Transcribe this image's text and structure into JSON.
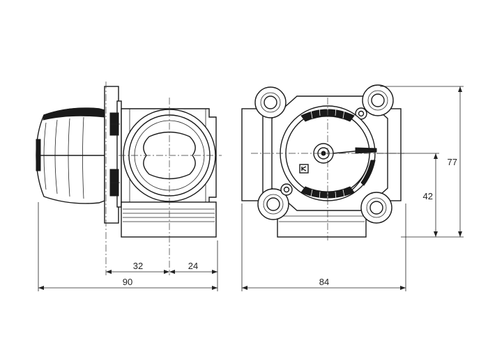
{
  "dimensions": {
    "d32": "32",
    "d24": "24",
    "d90": "90",
    "d84": "84",
    "d42": "42",
    "d77": "77"
  },
  "icons": [
    "actuator-knob-icon",
    "motor-logo-icon"
  ]
}
